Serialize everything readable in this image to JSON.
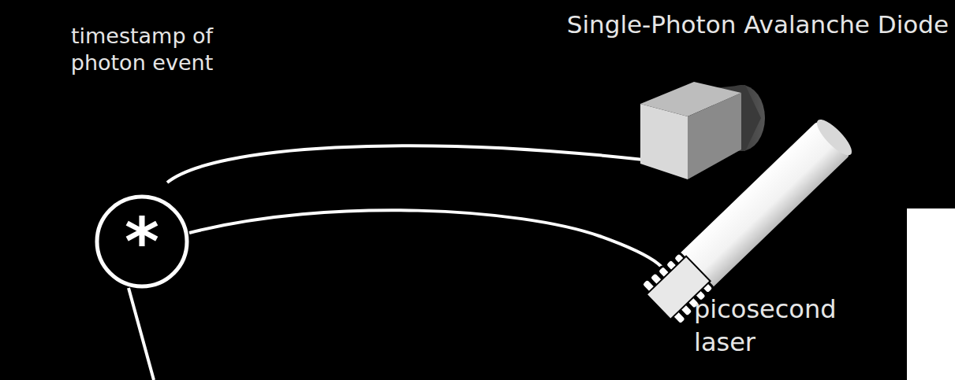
{
  "diagram": {
    "nodes": [
      {
        "text": [
          "*",
          "timestamp of photon event"
        ]
      }
    ],
    "labels": [
      "Single-Photon Avalanche Diode",
      "picosecond laser"
    ]
  }
}
